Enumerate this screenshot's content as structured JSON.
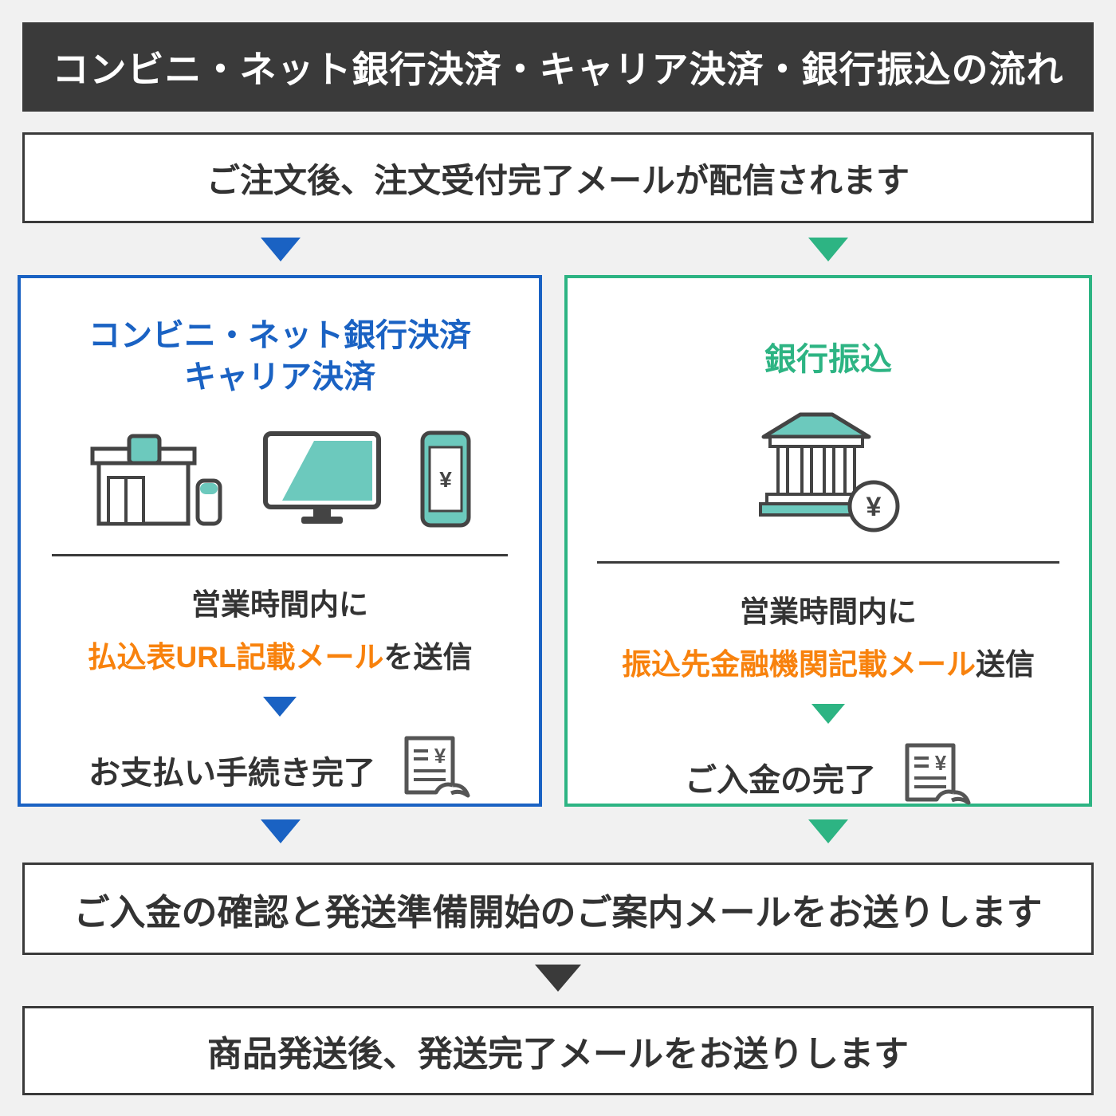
{
  "header": {
    "title": "コンビニ・ネット銀行決済・キャリア決済・銀行振込の流れ"
  },
  "flow": {
    "step_order": "ご注文後、注文受付完了メールが配信されます",
    "step_confirm": "ご入金の確認と発送準備開始のご案内メールをお送りします",
    "step_ship": "商品発送後、発送完了メールをお送りします"
  },
  "left_panel": {
    "title_line1": "コンビニ・ネット銀行決済",
    "title_line2": "キャリア決済",
    "hours": "営業時間内に",
    "mail_highlight": "払込表URL記載メール",
    "mail_suffix": "を送信",
    "done": "お支払い手続き完了"
  },
  "right_panel": {
    "title": "銀行振込",
    "hours": "営業時間内に",
    "mail_highlight": "振込先金融機関記載メール",
    "mail_suffix": "送信",
    "done": "ご入金の完了"
  },
  "symbols": {
    "yen": "¥"
  },
  "colors": {
    "background": "#f1f1f1",
    "header_bg": "#3a3a3a",
    "panel_blue": "#1a62c3",
    "panel_green": "#2db483",
    "highlight_orange": "#f8820d",
    "icon_teal": "#6cc9bd",
    "text_dark": "#333333"
  },
  "icons": {
    "left_panel": [
      "convenience-store-icon",
      "pc-monitor-icon",
      "smartphone-icon",
      "receipt-icon"
    ],
    "right_panel": [
      "bank-icon",
      "receipt-icon"
    ]
  }
}
